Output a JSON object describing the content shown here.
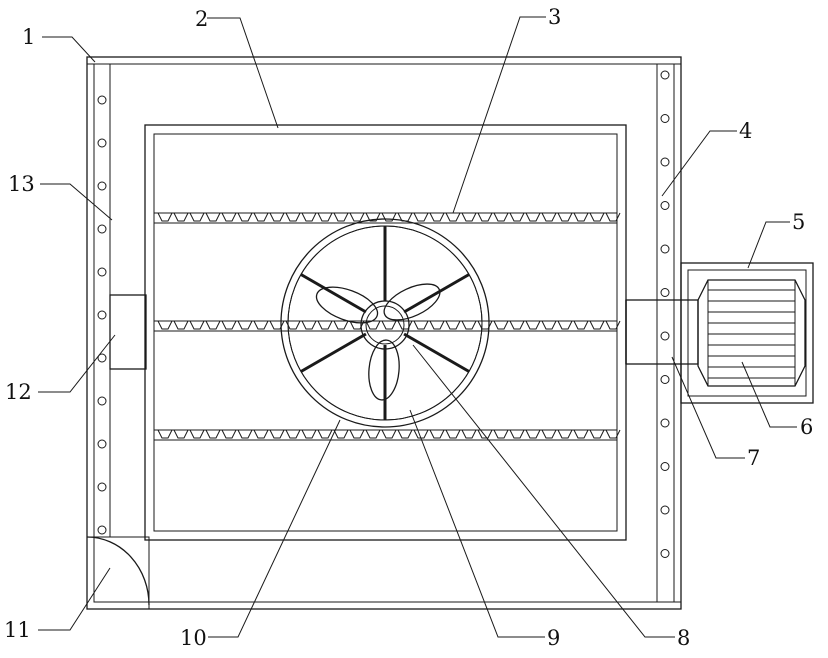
{
  "figure": {
    "labels": {
      "l1": "1",
      "l2": "2",
      "l3": "3",
      "l4": "4",
      "l5": "5",
      "l6": "6",
      "l7": "7",
      "l8": "8",
      "l9": "9",
      "l10": "10",
      "l11": "11",
      "l12": "12",
      "l13": "13"
    }
  }
}
